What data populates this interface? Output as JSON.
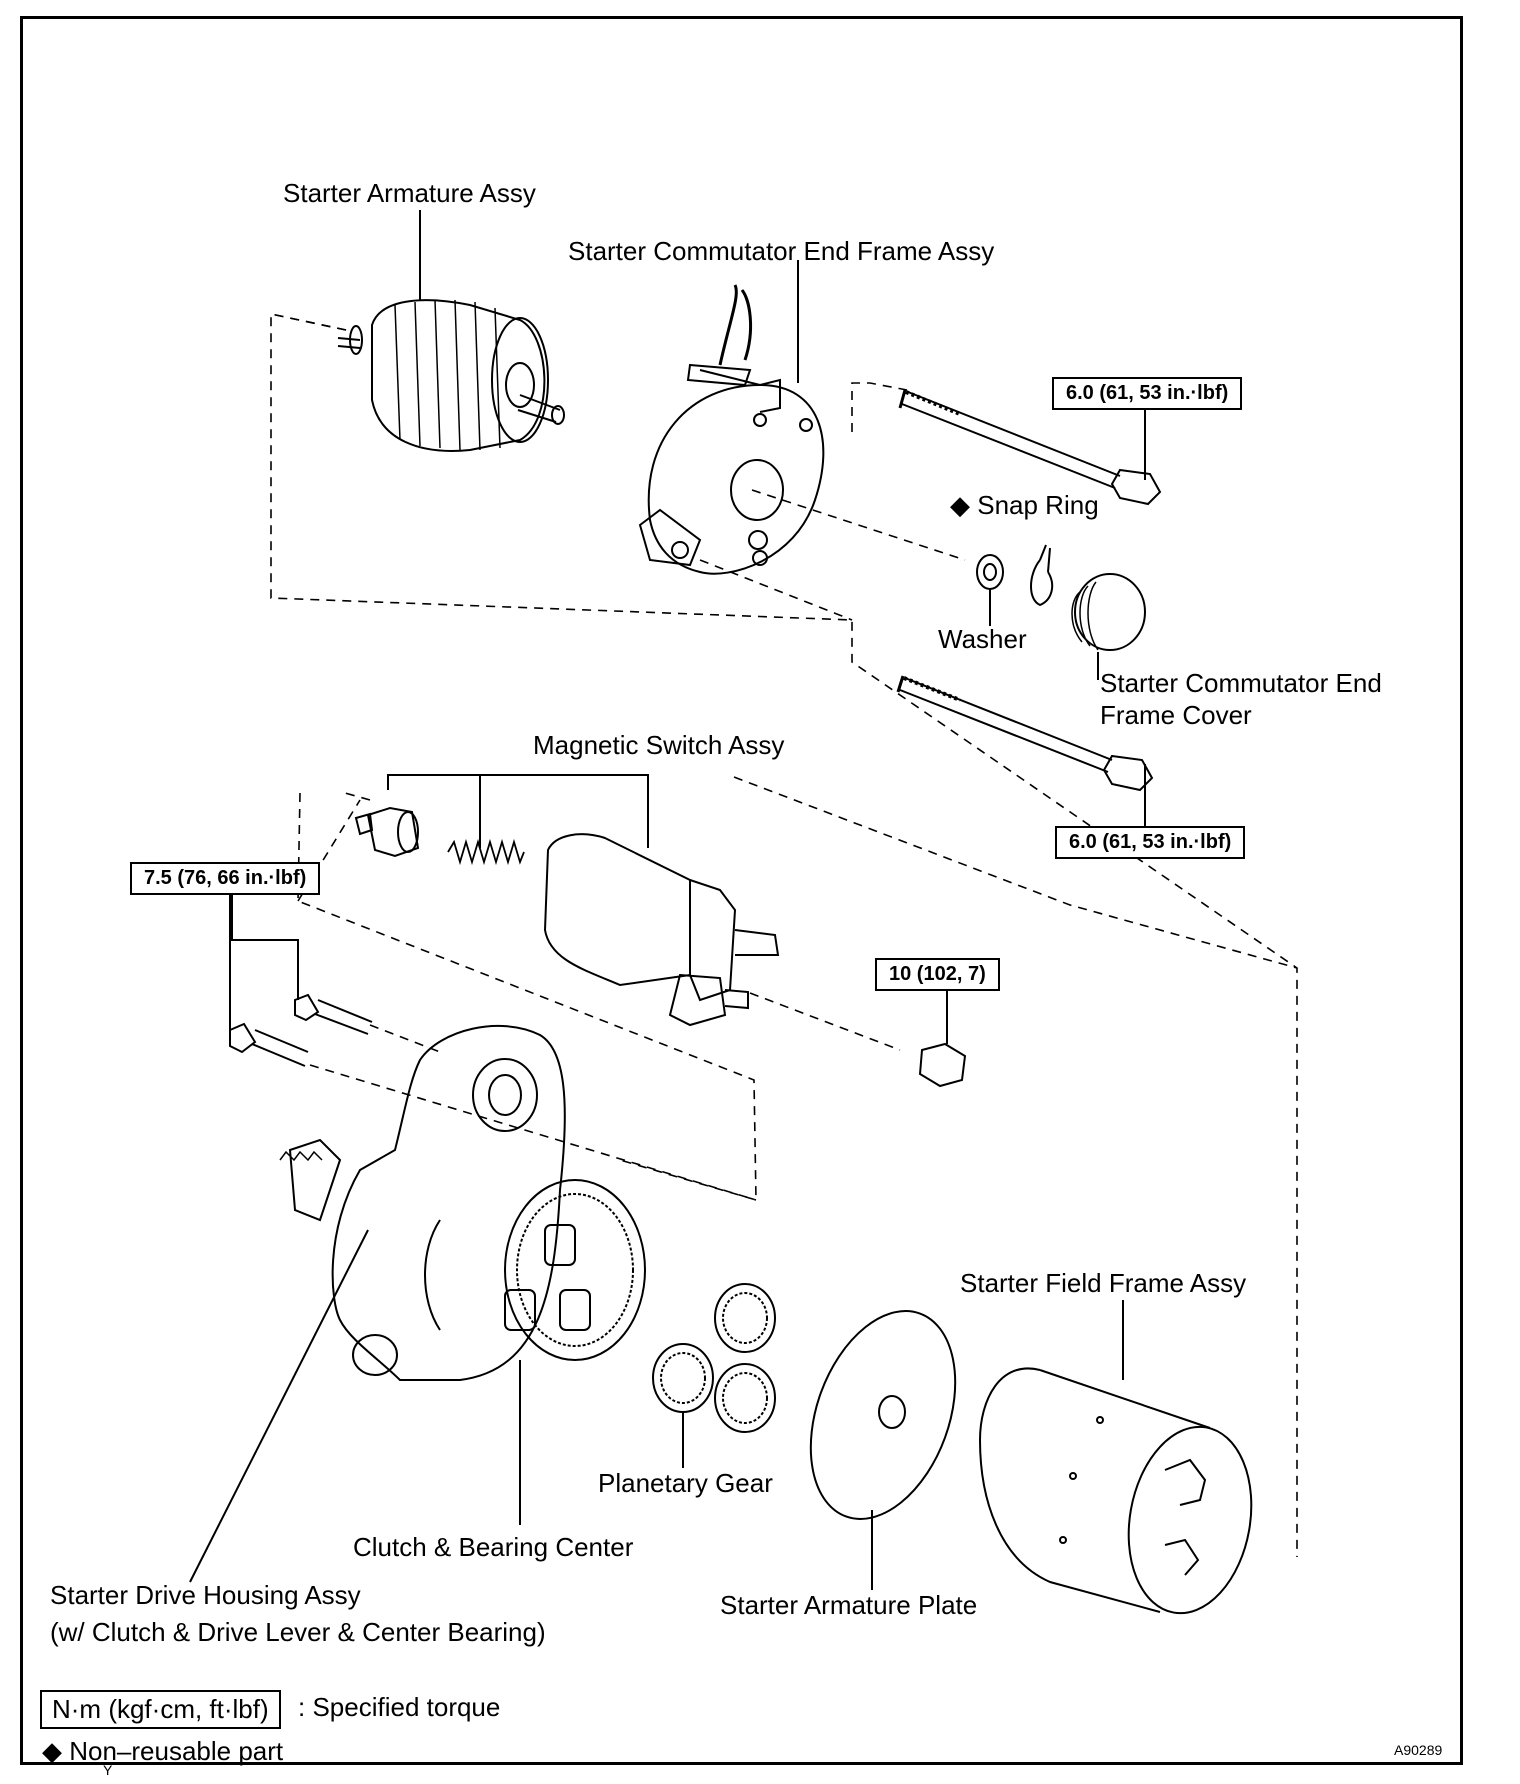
{
  "labels": {
    "armature": "Starter Armature Assy",
    "commutator_end_frame": "Starter Commutator End Frame Assy",
    "snap_ring": "Snap Ring",
    "washer": "Washer",
    "end_frame_cover_1": "Starter Commutator End",
    "end_frame_cover_2": "Frame Cover",
    "magnetic_switch": "Magnetic Switch Assy",
    "field_frame": "Starter Field Frame Assy",
    "planetary_gear": "Planetary Gear",
    "clutch_bearing": "Clutch & Bearing Center",
    "drive_housing_1": "Starter Drive Housing Assy",
    "drive_housing_2": "(w/ Clutch & Drive Lever & Center Bearing)",
    "armature_plate": "Starter Armature Plate"
  },
  "torques": {
    "through_bolt_upper": "6.0 (61, 53 in.·lbf)",
    "through_bolt_lower": "6.0 (61, 53 in.·lbf)",
    "switch_bolts": "7.5 (76, 66 in.·lbf)",
    "terminal_nut": "10 (102, 7)"
  },
  "legend": {
    "torque_box": "N·m (kgf·cm, ft·lbf)",
    "torque_text": ": Specified torque",
    "nonreusable_symbol": "◆",
    "nonreusable_text": "Non–reusable part"
  },
  "figure_id": "A90289",
  "y_mark": "Y"
}
